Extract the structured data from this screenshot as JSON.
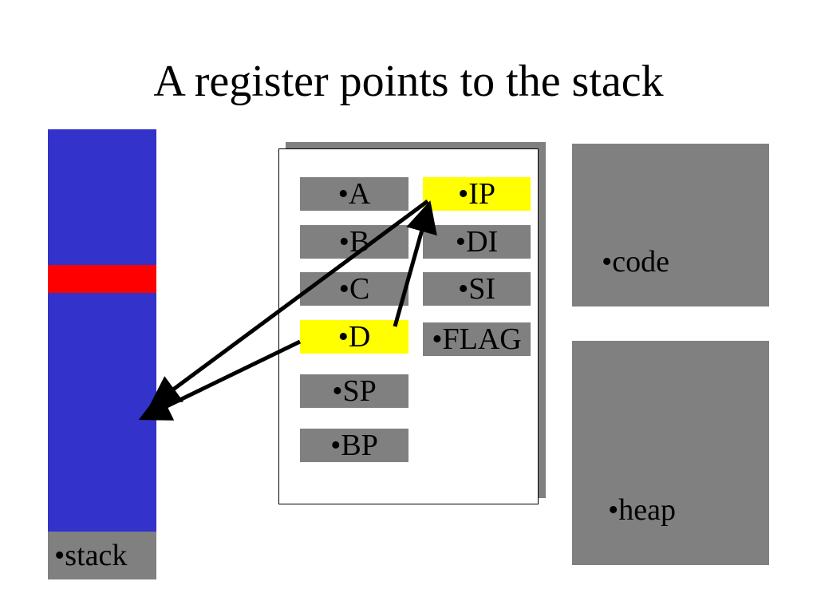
{
  "title": "A register points to the stack",
  "stack": {
    "label": "•stack"
  },
  "registers": {
    "A": "•A",
    "B": "•B",
    "C": "•C",
    "D": "•D",
    "SP": "•SP",
    "BP": "•BP",
    "IP": "•IP",
    "DI": "•DI",
    "SI": "•SI",
    "FLAG": "•FLAG"
  },
  "highlighted_registers": [
    "IP",
    "D"
  ],
  "memory": {
    "code": "•code",
    "heap": "•heap"
  },
  "colors": {
    "stack": "#3333cc",
    "stack_pointer_mark": "#ff0000",
    "register": "#808080",
    "highlight": "#ffff00",
    "memory_block": "#808080"
  },
  "arrows": [
    {
      "from": "IP",
      "to": "stack"
    },
    {
      "from": "D",
      "to": "IP"
    },
    {
      "from": "D",
      "to": "stack"
    }
  ]
}
